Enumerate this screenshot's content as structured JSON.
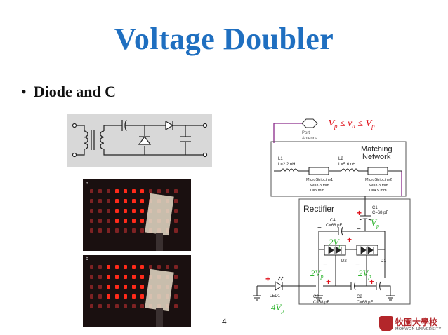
{
  "slide": {
    "title": "Voltage Doubler",
    "bullet": "Diode and C",
    "bullet_marker": "•",
    "page_number": "4"
  },
  "photos": {
    "top_label": "a",
    "bottom_label": "b"
  },
  "logo": {
    "korean": "牧園大學校",
    "english": "MOKWON UNIVERSITY",
    "color": "#b3262a"
  },
  "circuit": {
    "port_label": "Port",
    "antenna_label": "Antenna",
    "inequality": {
      "left": "−V",
      "sub": "p",
      "middle": " ≤ v",
      "sub2": "a",
      "right": " ≤ V",
      "sub3": "p"
    },
    "matching_title_1": "Matching",
    "matching_title_2": "Network",
    "L1": {
      "name": "L1",
      "value": "L=2.2 nH"
    },
    "L2": {
      "name": "L2",
      "value": "L=5.6 nH"
    },
    "msl1": {
      "name": "MicroStripLine1",
      "w": "W=3.3 mm",
      "l": "L=5 mm"
    },
    "msl2": {
      "name": "MicroStripLine2",
      "w": "W=3.3 mm",
      "l": "L=4.5 mm"
    },
    "rectifier_title": "Rectifier",
    "C1": {
      "name": "C1",
      "value": "C=68 pF"
    },
    "C2": {
      "name": "C2",
      "value": "C=68 pF"
    },
    "C3": {
      "name": "C3",
      "value": "C=68 pF"
    },
    "C4": {
      "name": "C4",
      "value": "C=68 pF"
    },
    "D1": "D1",
    "D2": "D2",
    "LED1": "LED1",
    "plus": "+",
    "minus": "−",
    "vp": "V",
    "vp_sub": "p",
    "two_vp": "2V",
    "four_vp": "4V",
    "red": "#e0101a",
    "green": "#2fb52f",
    "purple": "#8a2a8a"
  }
}
